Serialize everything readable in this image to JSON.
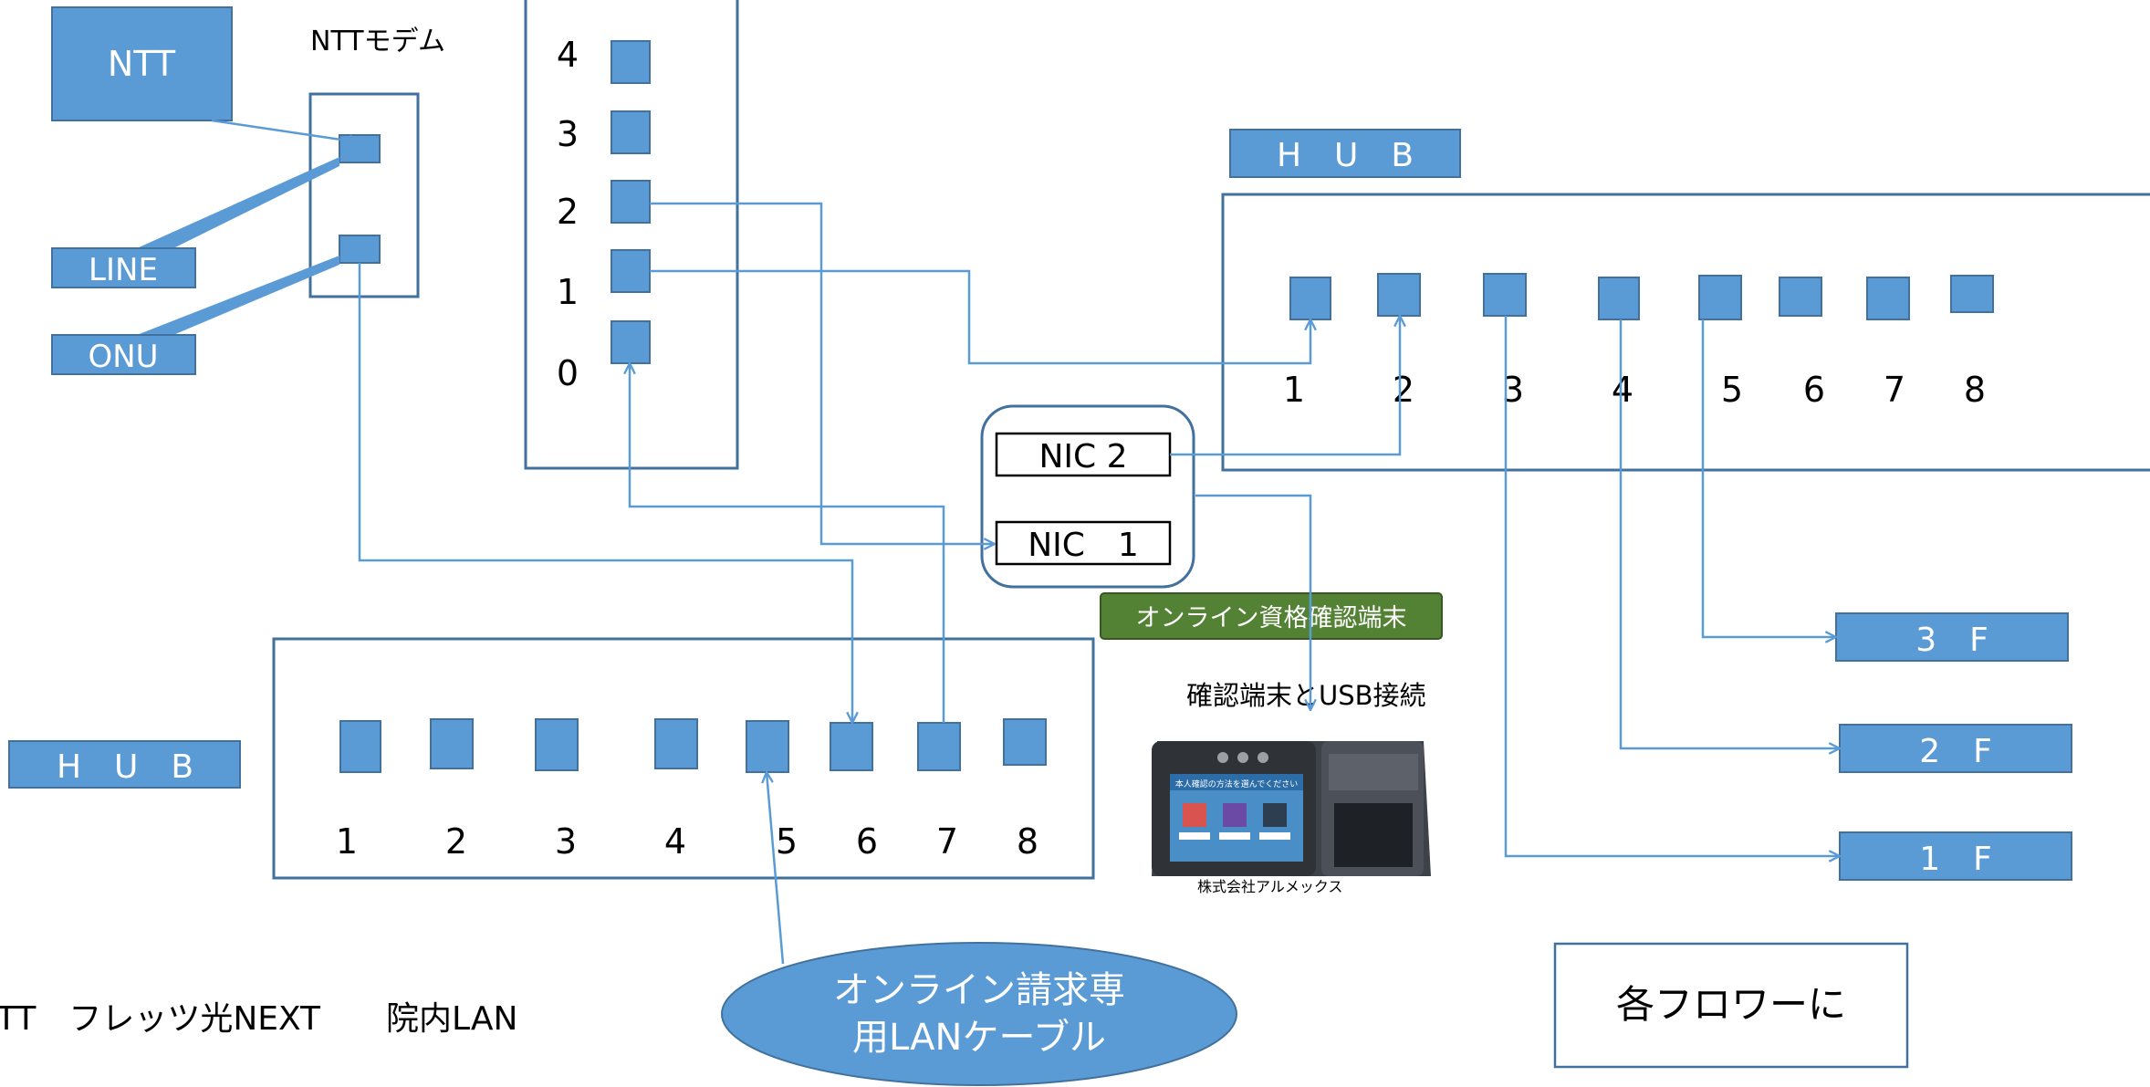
{
  "ntt": {
    "label": "NTT"
  },
  "modem": {
    "title": "NTTモデム"
  },
  "modem_labels": {
    "line": "LINE",
    "onu": "ONU"
  },
  "router_ports": [
    "4",
    "3",
    "2",
    "1",
    "0"
  ],
  "hub_right": {
    "title": "H　U　B",
    "ports": [
      "1",
      "2",
      "3",
      "4",
      "5",
      "6",
      "7",
      "8"
    ]
  },
  "hub_left": {
    "title": "H　U　B",
    "ports": [
      "1",
      "2",
      "3",
      "4",
      "5",
      "6",
      "7",
      "8"
    ]
  },
  "nic": {
    "nic2": "NIC 2",
    "nic1": "NIC　1"
  },
  "terminal": {
    "badge": "オンライン資格確認端末",
    "usb_note": "確認端末とUSB接続",
    "screen_text": "本人確認の方法を選んでください",
    "vendor": "株式会社アルメックス"
  },
  "floors": [
    "3　F",
    "2　F",
    "1　F"
  ],
  "floors_note": "各フロワーに",
  "lan_note": "TT　フレッツ光NEXT　　院内LAN",
  "cable_label": {
    "line1": "オンライン請求専",
    "line2": "用LANケーブル"
  },
  "colors": {
    "accent": "#5b9bd5",
    "border": "#41719c",
    "badge": "#548235"
  }
}
